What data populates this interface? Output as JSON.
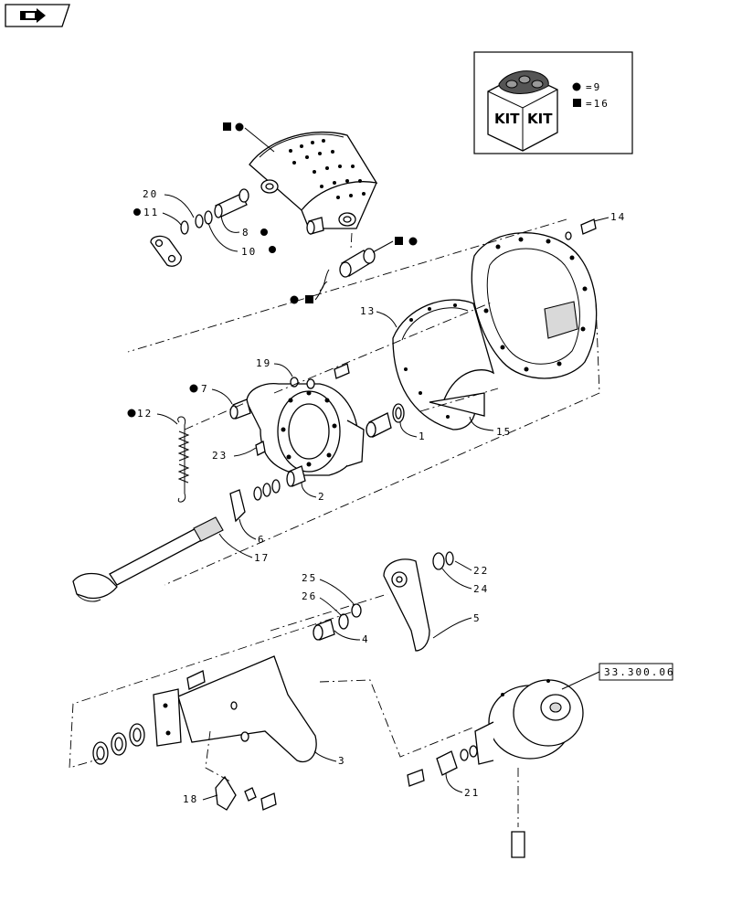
{
  "nav_icon": "forward-arrow-icon",
  "kit": {
    "label_left": "KIT",
    "label_right": "KIT",
    "circle_eq": "=9",
    "square_eq": "=16"
  },
  "reference_box": "33.300.06",
  "callouts": {
    "p1": "1",
    "p2": "2",
    "p3": "3",
    "p4": "4",
    "p5": "5",
    "p6": "6",
    "p7": "7",
    "p8": "8",
    "p10": "10",
    "p11": "11",
    "p12": "12",
    "p13": "13",
    "p14": "14",
    "p15": "15",
    "p17": "17",
    "p18": "18",
    "p19": "19",
    "p20": "20",
    "p21": "21",
    "p22": "22",
    "p23": "23",
    "p24": "24",
    "p25": "25",
    "p26": "26"
  }
}
